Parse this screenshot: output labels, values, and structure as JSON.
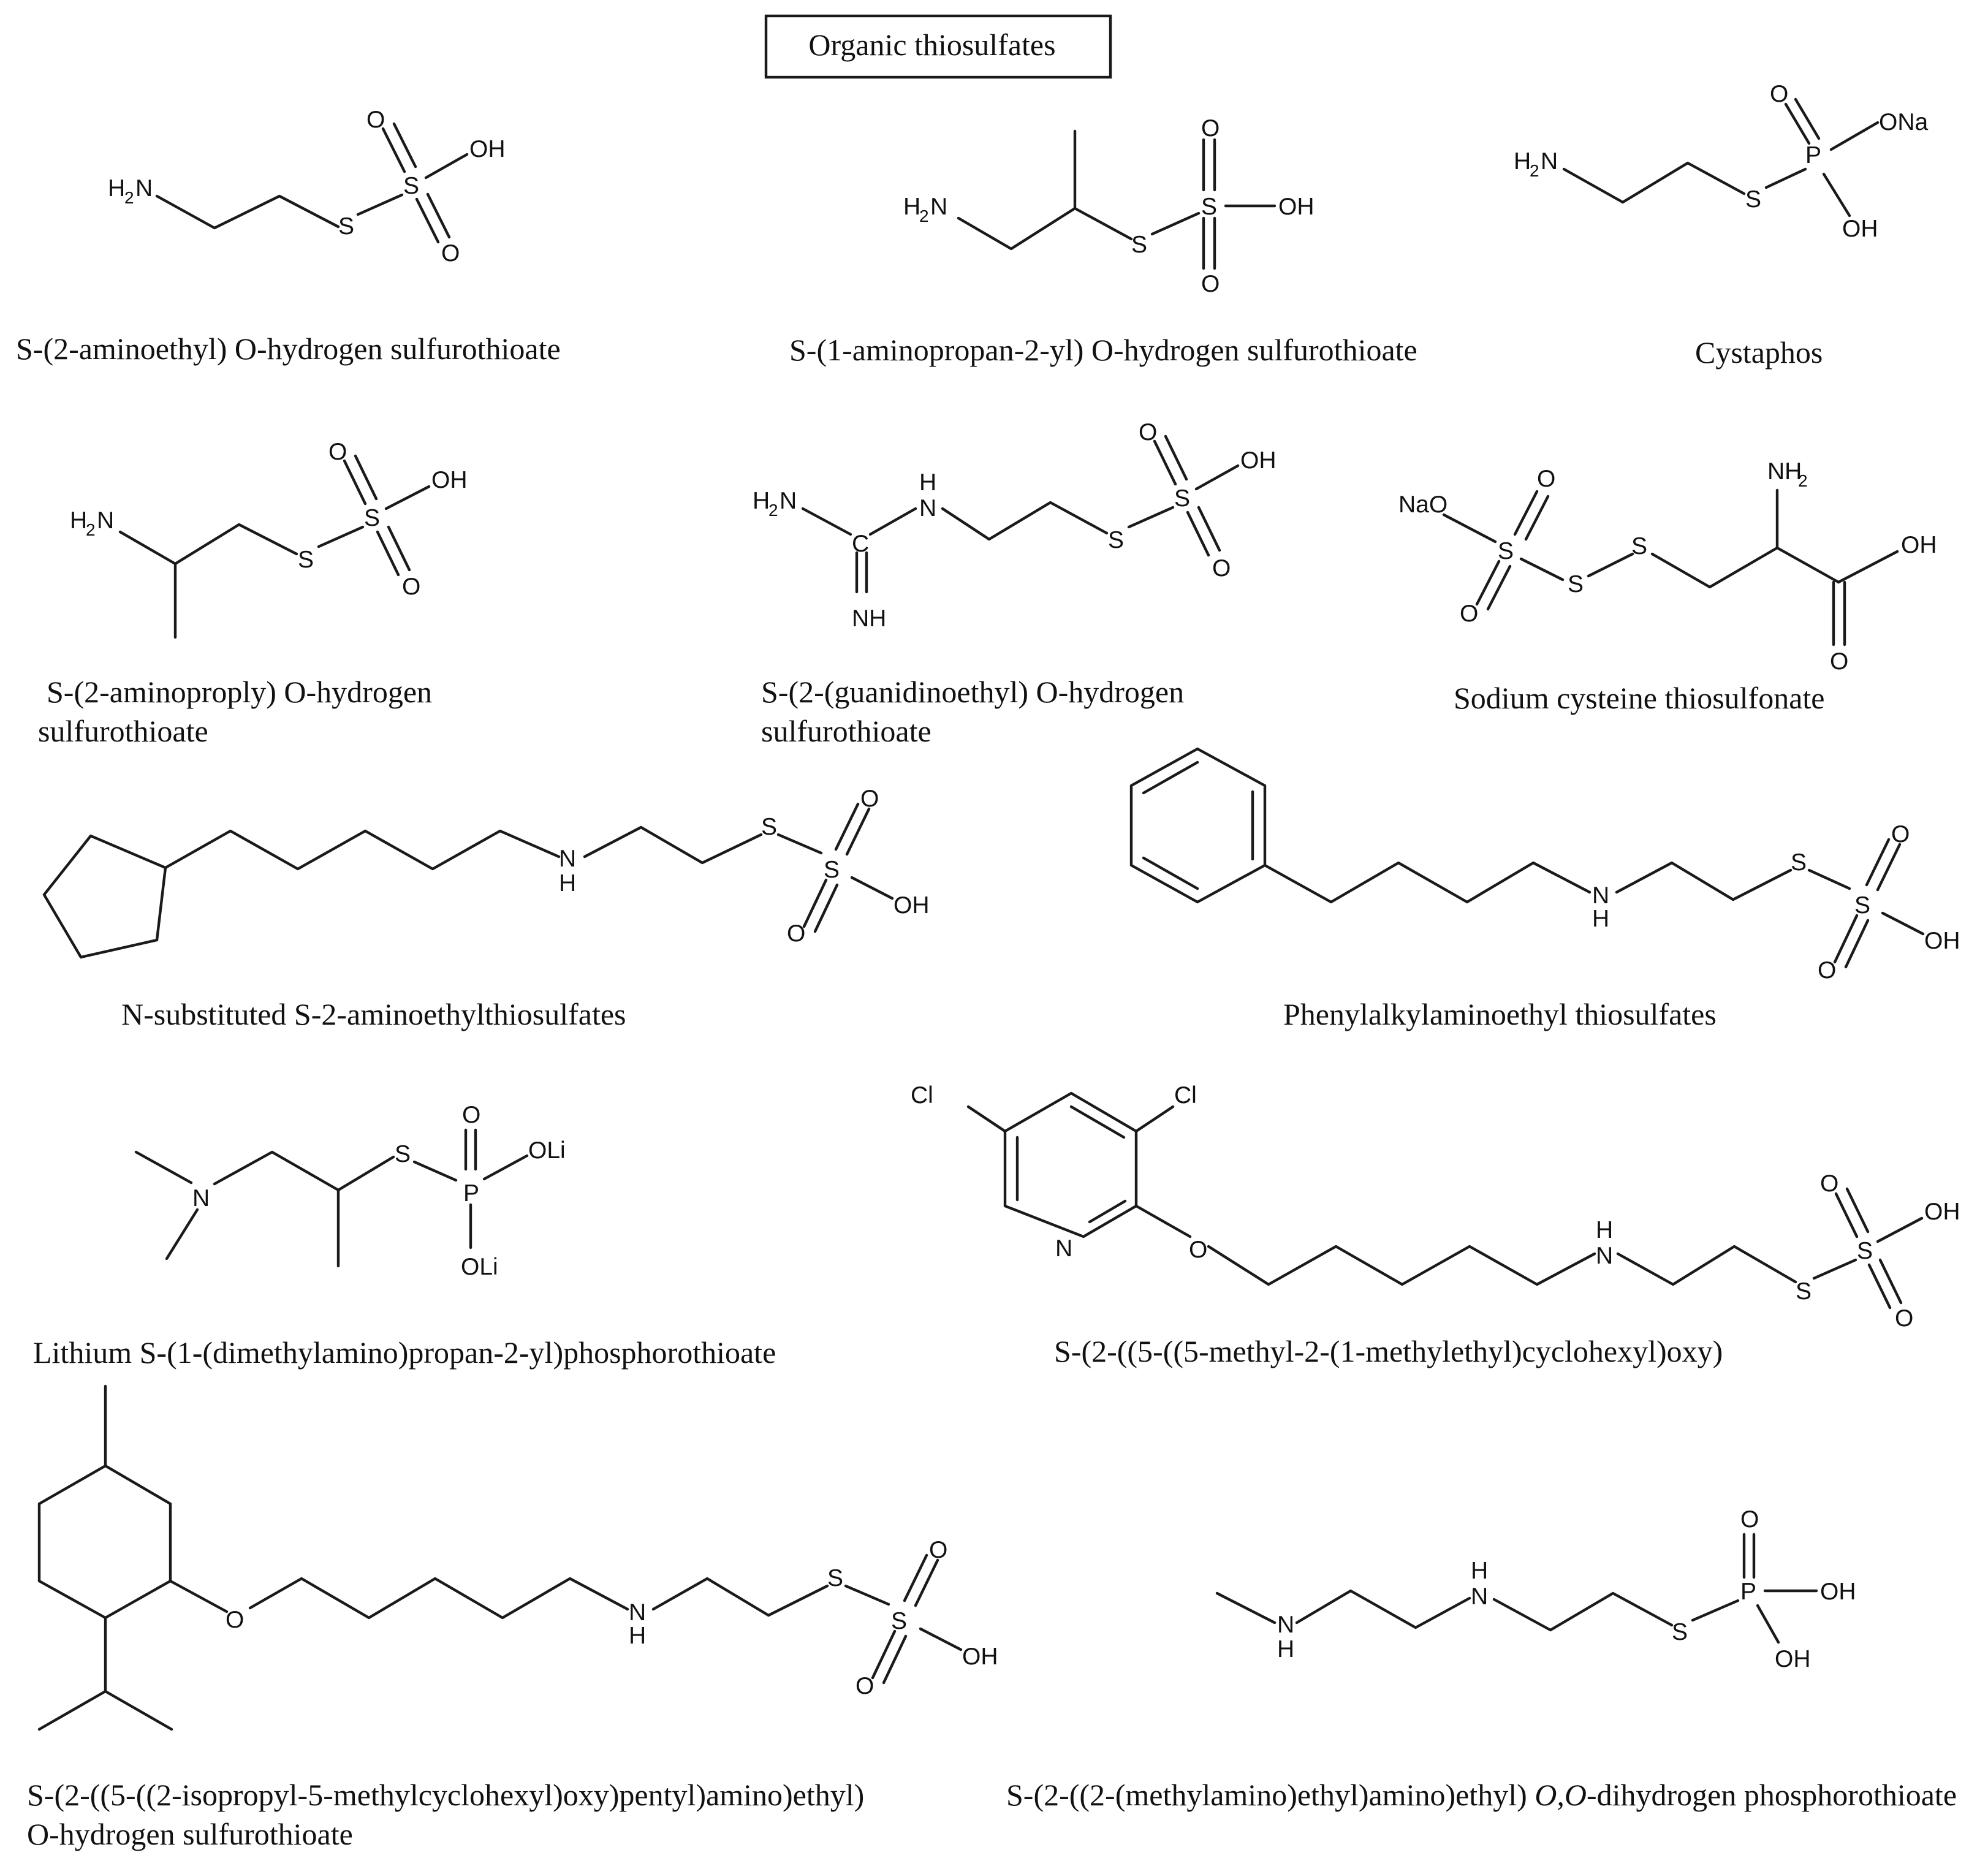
{
  "title": "Organic thiosulfates",
  "captions": {
    "c1": "S-(2-aminoethyl) O-hydrogen sulfurothioate",
    "c2": "S-(1-aminopropan-2-yl) O-hydrogen sulfurothioate",
    "c3": "Cystaphos",
    "c4_line1": "S-(2-aminoproply) O-hydrogen",
    "c4_line2": "sulfurothioate",
    "c5_line1": "S-(2-(guanidinoethyl) O-hydrogen",
    "c5_line2": "sulfurothioate",
    "c6": "Sodium cysteine thiosulfonate",
    "c7": "N-substituted S-2-aminoethylthiosulfates",
    "c8": "Phenylalkylaminoethyl thiosulfates",
    "c9": "Lithium S-(1-(dimethylamino)propan-2-yl)phosphorothioate",
    "c10": "S-(2-((5-((5-methyl-2-(1-methylethyl)cyclohexyl)oxy)",
    "c11_line1": "S-(2-((5-((2-isopropyl-5-methylcyclohexyl)oxy)pentyl)amino)ethyl)",
    "c11_line2": "O-hydrogen sulfurothioate",
    "c12_prefix": "S-(2-((2-(methylamino)ethyl)amino)ethyl) ",
    "c12_italic": "O,O",
    "c12_suffix": "-dihydrogen phosphorothioate"
  },
  "atoms": {
    "S": "S",
    "O": "O",
    "OH": "OH",
    "P": "P",
    "N": "N",
    "H": "H",
    "NH": "NH",
    "C": "C",
    "Cl": "Cl",
    "H2N": "H",
    "H2N_tail": "N",
    "two": "2",
    "NH2": "NH",
    "NaO": "NaO",
    "ONa": "ONa",
    "OLi": "OLi"
  }
}
